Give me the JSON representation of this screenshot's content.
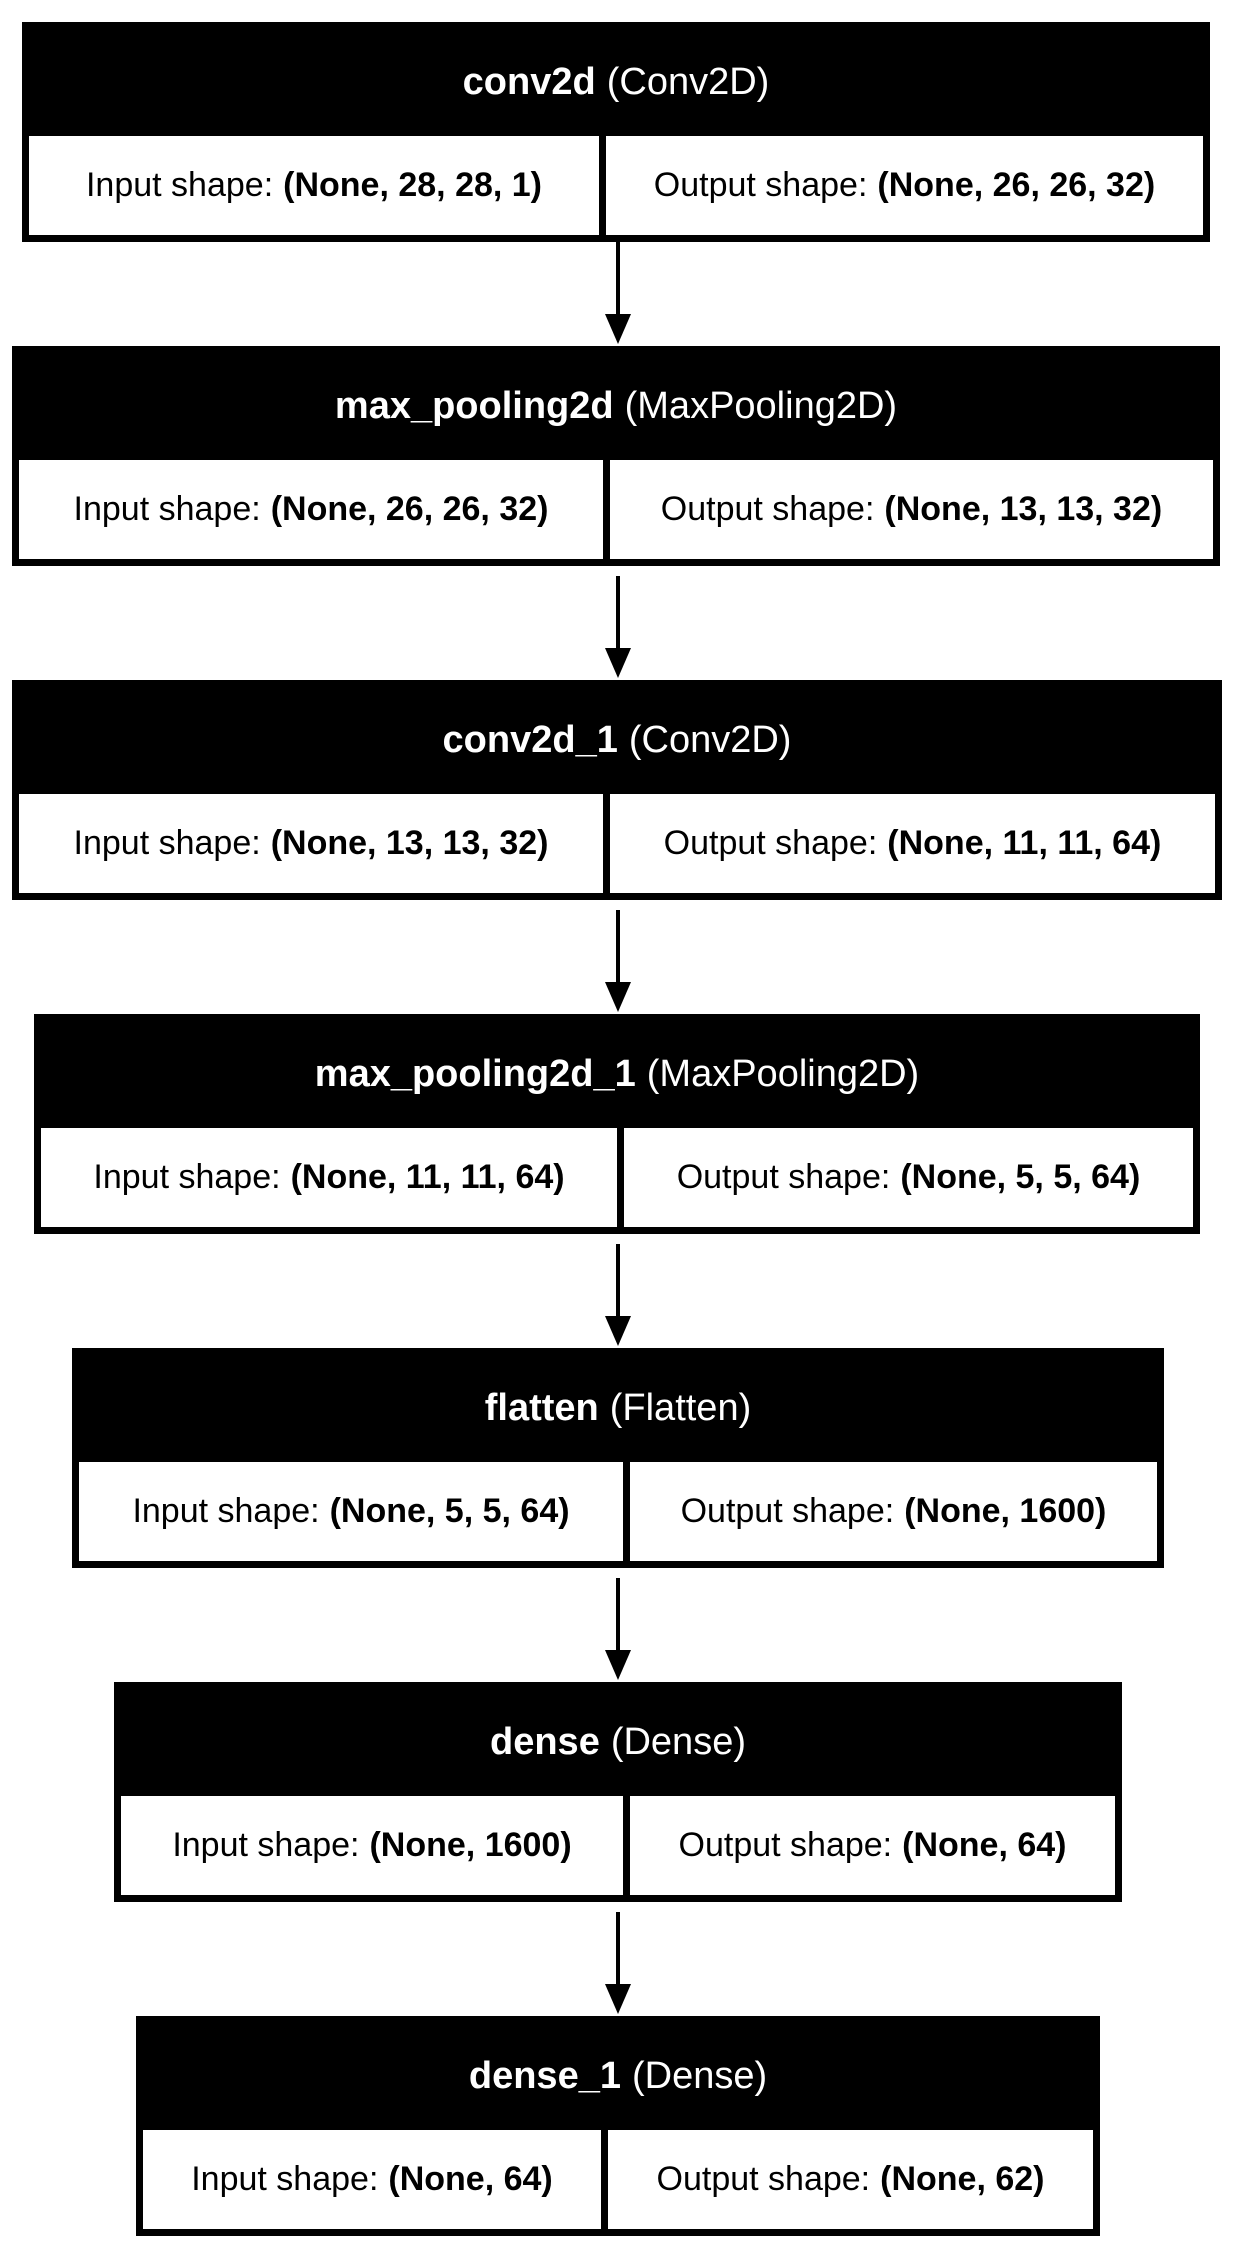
{
  "layers": [
    {
      "name": "conv2d",
      "type": "(Conv2D)",
      "input_label": "Input shape:",
      "input": "(None, 28, 28, 1)",
      "output_label": "Output shape:",
      "output": "(None, 26, 26, 32)"
    },
    {
      "name": "max_pooling2d",
      "type": "(MaxPooling2D)",
      "input_label": "Input shape:",
      "input": "(None, 26, 26, 32)",
      "output_label": "Output shape:",
      "output": "(None, 13, 13, 32)"
    },
    {
      "name": "conv2d_1",
      "type": "(Conv2D)",
      "input_label": "Input shape:",
      "input": "(None, 13, 13, 32)",
      "output_label": "Output shape:",
      "output": "(None, 11, 11, 64)"
    },
    {
      "name": "max_pooling2d_1",
      "type": "(MaxPooling2D)",
      "input_label": "Input shape:",
      "input": "(None, 11, 11, 64)",
      "output_label": "Output shape:",
      "output": "(None, 5, 5, 64)"
    },
    {
      "name": "flatten",
      "type": "(Flatten)",
      "input_label": "Input shape:",
      "input": "(None, 5, 5, 64)",
      "output_label": "Output shape:",
      "output": "(None, 1600)"
    },
    {
      "name": "dense",
      "type": "(Dense)",
      "input_label": "Input shape:",
      "input": "(None, 1600)",
      "output_label": "Output shape:",
      "output": "(None, 64)"
    },
    {
      "name": "dense_1",
      "type": "(Dense)",
      "input_label": "Input shape:",
      "input": "(None, 64)",
      "output_label": "Output shape:",
      "output": "(None, 62)"
    }
  ],
  "colors": {
    "header": "#000000",
    "cell": "#ffffff",
    "arrow": "#000000"
  }
}
